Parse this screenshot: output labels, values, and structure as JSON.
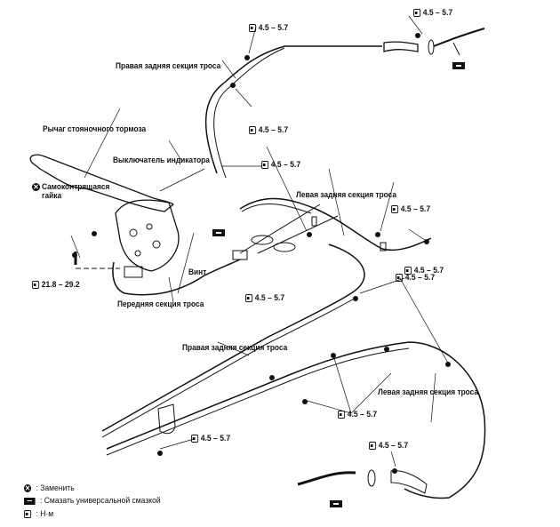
{
  "labels": {
    "right_rear_top": "Правая задняя секция троса",
    "lever": "Рычаг стояночного тормоза",
    "indicator_switch": "Выключатель индикатора",
    "left_rear_top": "Левая задняя секция троса",
    "lock_nut_line1": "Самоконтрящаяся",
    "lock_nut_line2": "гайка",
    "screw": "Винт",
    "front_cable": "Передняя секция троса",
    "right_rear_bottom": "Правая задняя секция троса",
    "left_rear_bottom": "Левая задняя секция троса"
  },
  "torques": [
    "4.5 – 5.7",
    "4.5 – 5.7",
    "4.5 – 5.7",
    "4.5 – 5.7",
    "4.5 – 5.7",
    "4.5 – 5.7",
    "21.8 – 29.2",
    "4.5 – 5.7",
    "4.5 – 5.7",
    "4.5 – 5.7",
    "4.5 – 5.7",
    "4.5 – 5.7"
  ],
  "legend": [
    {
      "icon": "replace-icon",
      "symbol": "✕",
      "text": ": Заменить"
    },
    {
      "icon": "grease-icon",
      "text": ": Смазать универсальной смазкой"
    },
    {
      "icon": "torque-icon",
      "text": ": Н·м"
    }
  ]
}
